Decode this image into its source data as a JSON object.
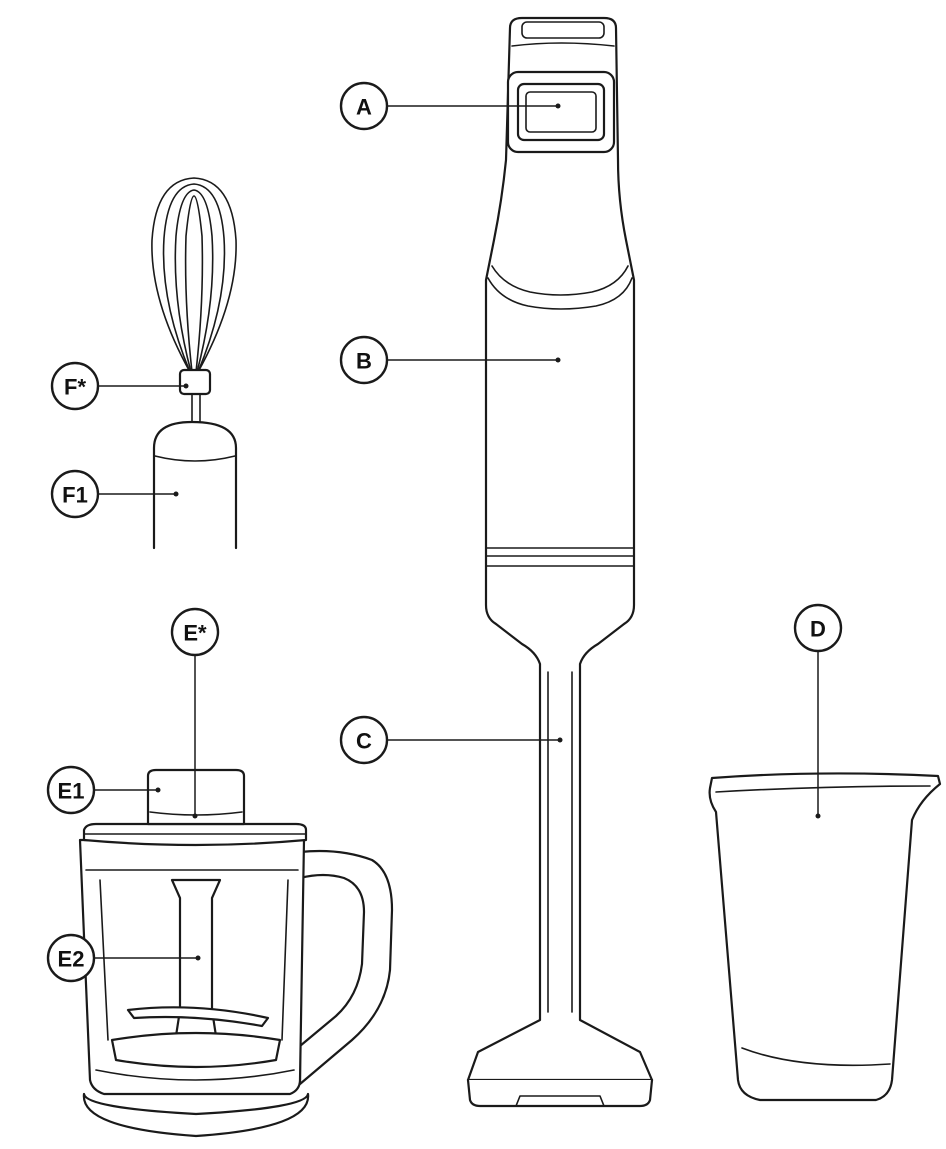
{
  "callouts": {
    "a": "A",
    "b": "B",
    "c": "C",
    "d": "D",
    "e_star": "E*",
    "e1": "E1",
    "e2": "E2",
    "f_star": "F*",
    "f1": "F1"
  },
  "colors": {
    "line": "#1a1a1a",
    "background": "#ffffff"
  }
}
